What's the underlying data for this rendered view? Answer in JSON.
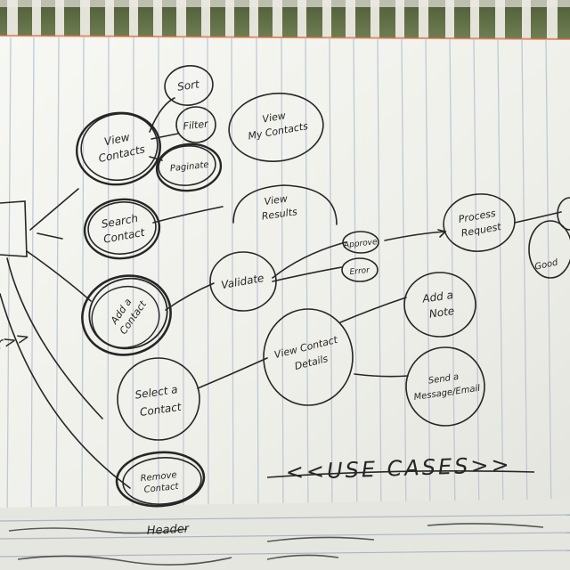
{
  "photo": {
    "subject": "hand-drawn use case diagram on lined notebook paper",
    "colors": {
      "paper": "#f2f2ee",
      "rule_line": "#b7c3cf",
      "ink": "#262626",
      "railing": "#eceae2",
      "foliage": "#5f6e45",
      "paper_edge": "#d76a3c"
    }
  },
  "diagram": {
    "nodes": [
      {
        "id": "sort",
        "lines": [
          "Sort"
        ]
      },
      {
        "id": "filter",
        "lines": [
          "Filter"
        ]
      },
      {
        "id": "paginate",
        "lines": [
          "Paginate"
        ]
      },
      {
        "id": "view-contacts",
        "lines": [
          "View",
          "Contacts"
        ]
      },
      {
        "id": "view-my-contacts",
        "lines": [
          "View",
          "My Contacts"
        ]
      },
      {
        "id": "search-contact",
        "lines": [
          "Search",
          "Contact"
        ]
      },
      {
        "id": "view-results",
        "lines": [
          "View",
          "Results"
        ]
      },
      {
        "id": "validate",
        "lines": [
          "Validate"
        ]
      },
      {
        "id": "approve",
        "lines": [
          "Approve"
        ]
      },
      {
        "id": "error",
        "lines": [
          "Error"
        ]
      },
      {
        "id": "process-request",
        "lines": [
          "Process",
          "Request"
        ]
      },
      {
        "id": "good",
        "lines": [
          "Good"
        ]
      },
      {
        "id": "add-a-contact",
        "lines": [
          "Add a",
          "Contact"
        ]
      },
      {
        "id": "add-a-note",
        "lines": [
          "Add a",
          "Note"
        ]
      },
      {
        "id": "view-contact-details",
        "lines": [
          "View Contact",
          "Details"
        ]
      },
      {
        "id": "send-a-message-email",
        "lines": [
          "Send a",
          "Message/Email"
        ]
      },
      {
        "id": "select-a-contact",
        "lines": [
          "Select a",
          "Contact"
        ]
      },
      {
        "id": "remove-contact",
        "lines": [
          "Remove",
          "Contact"
        ]
      }
    ],
    "banner": "<<USE CASES>>",
    "actor_fragment": "r>>",
    "page_bottom_scribble": "Header"
  }
}
